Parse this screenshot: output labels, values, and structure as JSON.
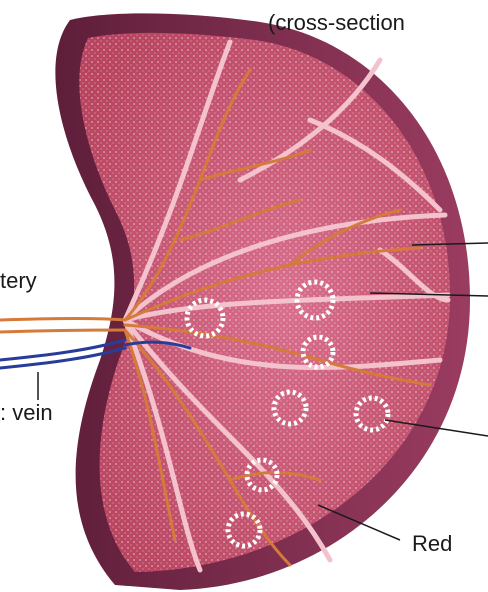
{
  "labels": {
    "top_caption": "(cross-section",
    "artery": "tery",
    "vein": ": vein",
    "red_pulp": "Red"
  },
  "colors": {
    "capsule_outer": "#7a2a4a",
    "capsule_inner": "#b04a6e",
    "trabeculae": "#f2b9c6",
    "red_pulp": "#c84f72",
    "white_pulp_dots": "#ffffff",
    "vessels_artery": "#d47a3a",
    "vessels_vein": "#2a3c9a",
    "text": "#1a1a1a",
    "background": "#ffffff"
  }
}
